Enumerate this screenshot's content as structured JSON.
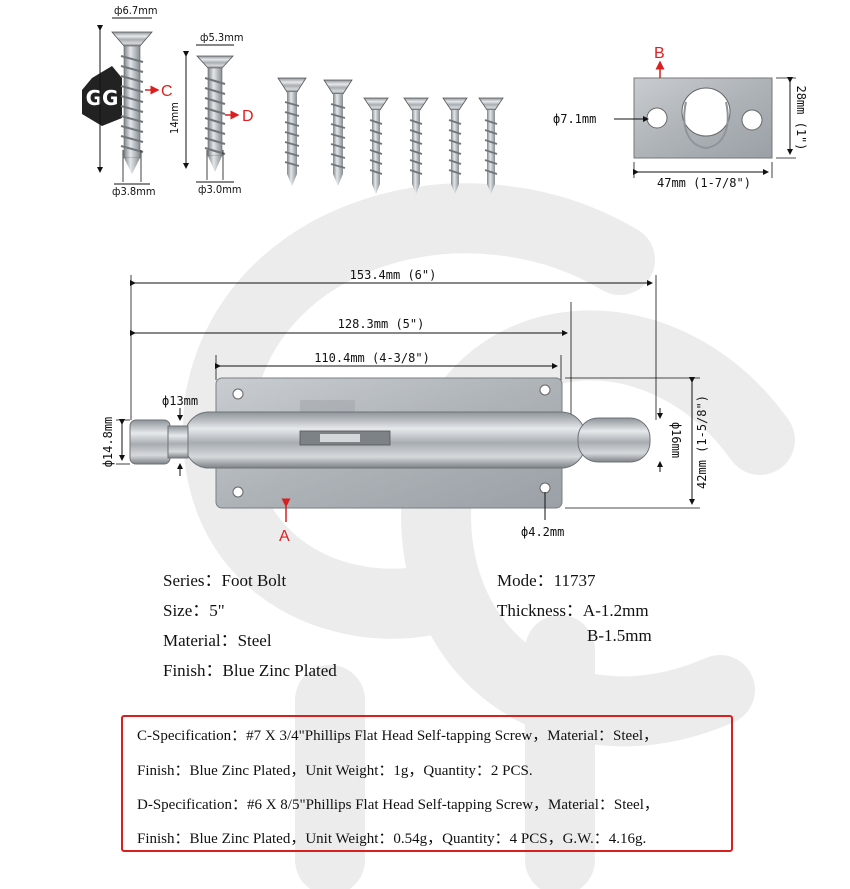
{
  "colors": {
    "accent_red": "#d92020",
    "steel": "#b9bec4",
    "watermark": "#ececec"
  },
  "logo": {
    "text": "GG",
    "icon": "gg-brand-logo-icon"
  },
  "screw_c": {
    "head_dia": "ф6.7mm",
    "shank_dia": "ф3.8mm",
    "label": "C"
  },
  "screw_d": {
    "head_dia": "ф5.3mm",
    "length": "14mm",
    "shank_dia": "ф3.0mm",
    "label": "D"
  },
  "strike_plate": {
    "label": "B",
    "hole_dia": "ф7.1mm",
    "width": "47mm (1-7/8\")",
    "height": "28mm (1\")"
  },
  "bolt": {
    "overall": "153.4mm (6\")",
    "body": "128.3mm (5\")",
    "plate": "110.4mm (4-3/8\")",
    "knob": "ф13mm",
    "knob_dia": "ф14.8mm",
    "rod_dia": "ф16mm",
    "plate_height": "42mm (1-5/8\")",
    "hole": "ф4.2mm",
    "label": "A"
  },
  "specs": {
    "series": "Series：Foot Bolt",
    "size": "Size：5\"",
    "material": "Material：Steel",
    "finish": "Finish：Blue Zinc Plated",
    "mode": "Mode：11737",
    "thickness_a": "Thickness：A-1.2mm",
    "thickness_b": "B-1.5mm"
  },
  "screw_specs": {
    "c_line1": "C-Specification：#7 X 3/4\"Phillips Flat Head Self-tapping Screw，Material：Steel，",
    "c_line2": "Finish：Blue Zinc Plated，Unit Weight：1g，Quantity：2 PCS.",
    "d_line1": "D-Specification：#6 X 8/5\"Phillips Flat Head Self-tapping Screw，Material：Steel，",
    "d_line2": "Finish：Blue Zinc Plated，Unit Weight：0.54g，Quantity：4 PCS，G.W.：4.16g."
  }
}
